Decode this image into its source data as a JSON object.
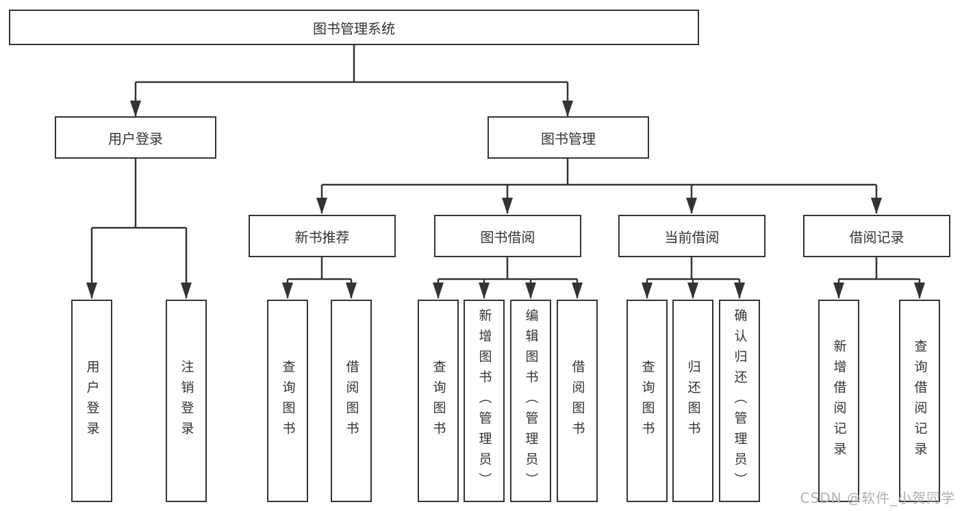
{
  "diagram_type": "functional-decomposition-tree",
  "tree": {
    "root": "图书管理系统",
    "branches": [
      {
        "label": "用户登录",
        "children": [
          "用户登录",
          "注销登录"
        ]
      },
      {
        "label": "图书管理",
        "sections": [
          {
            "label": "新书推荐",
            "children": [
              "查询图书",
              "借阅图书"
            ]
          },
          {
            "label": "图书借阅",
            "children": [
              "查询图书",
              "新增图书（管理员）",
              "编辑图书（管理员）",
              "借阅图书"
            ]
          },
          {
            "label": "当前借阅",
            "children": [
              "查询图书",
              "归还图书",
              "确认归还（管理员）"
            ]
          },
          {
            "label": "借阅记录",
            "children": [
              "新增借阅记录",
              "查询借阅记录"
            ]
          }
        ]
      }
    ]
  },
  "watermark": "CSDN @软件_小贺同学",
  "colors": {
    "line": "#333333",
    "box_border": "#333333",
    "text": "#333333",
    "watermark": "#b0b0b0",
    "background": "#ffffff"
  }
}
